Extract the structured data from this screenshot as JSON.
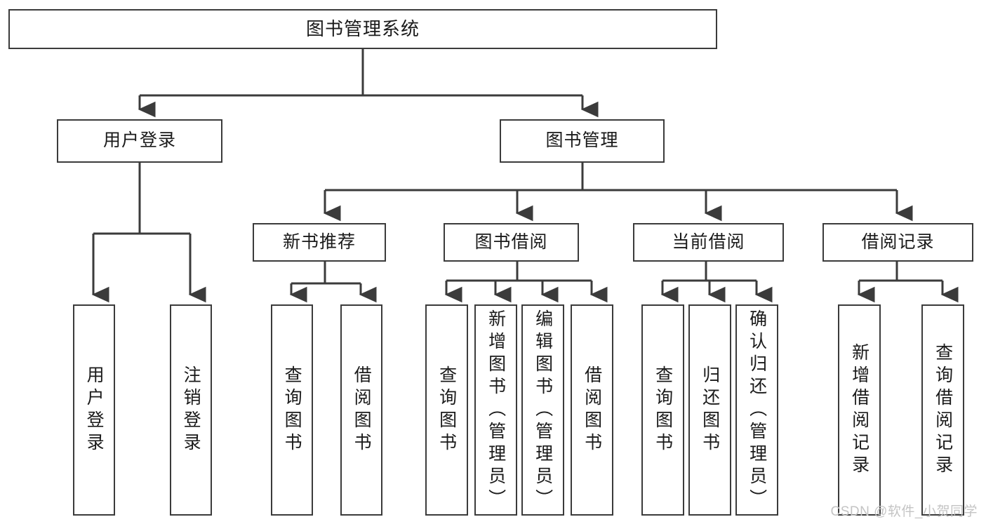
{
  "diagram": {
    "title": "图书管理系统",
    "type": "functional-structure-tree",
    "root": {
      "label": "图书管理系统"
    },
    "level2": [
      {
        "label": "用户登录"
      },
      {
        "label": "图书管理"
      }
    ],
    "level3": [
      {
        "label": "新书推荐"
      },
      {
        "label": "图书借阅"
      },
      {
        "label": "当前借阅"
      },
      {
        "label": "借阅记录"
      }
    ],
    "leaves": {
      "user_login": [
        {
          "label": "用户登录"
        },
        {
          "label": "注销登录"
        }
      ],
      "new_book": [
        {
          "label": "查询图书"
        },
        {
          "label": "借阅图书"
        }
      ],
      "book_borrow": [
        {
          "label": "查询图书"
        },
        {
          "label": "新增图书（管理员）"
        },
        {
          "label": "编辑图书（管理员）"
        },
        {
          "label": "借阅图书"
        }
      ],
      "current_borrow": [
        {
          "label": "查询图书"
        },
        {
          "label": "归还图书"
        },
        {
          "label": "确认归还（管理员）"
        }
      ],
      "borrow_record": [
        {
          "label": "新增借阅记录"
        },
        {
          "label": "查询借阅记录"
        }
      ]
    }
  },
  "watermark": {
    "text": "CSDN @软件_小贺同学"
  },
  "colors": {
    "stroke": "#3b3b3b",
    "fill": "#ffffff",
    "text": "#1a1a1a",
    "watermark": "#c4c4c4"
  }
}
